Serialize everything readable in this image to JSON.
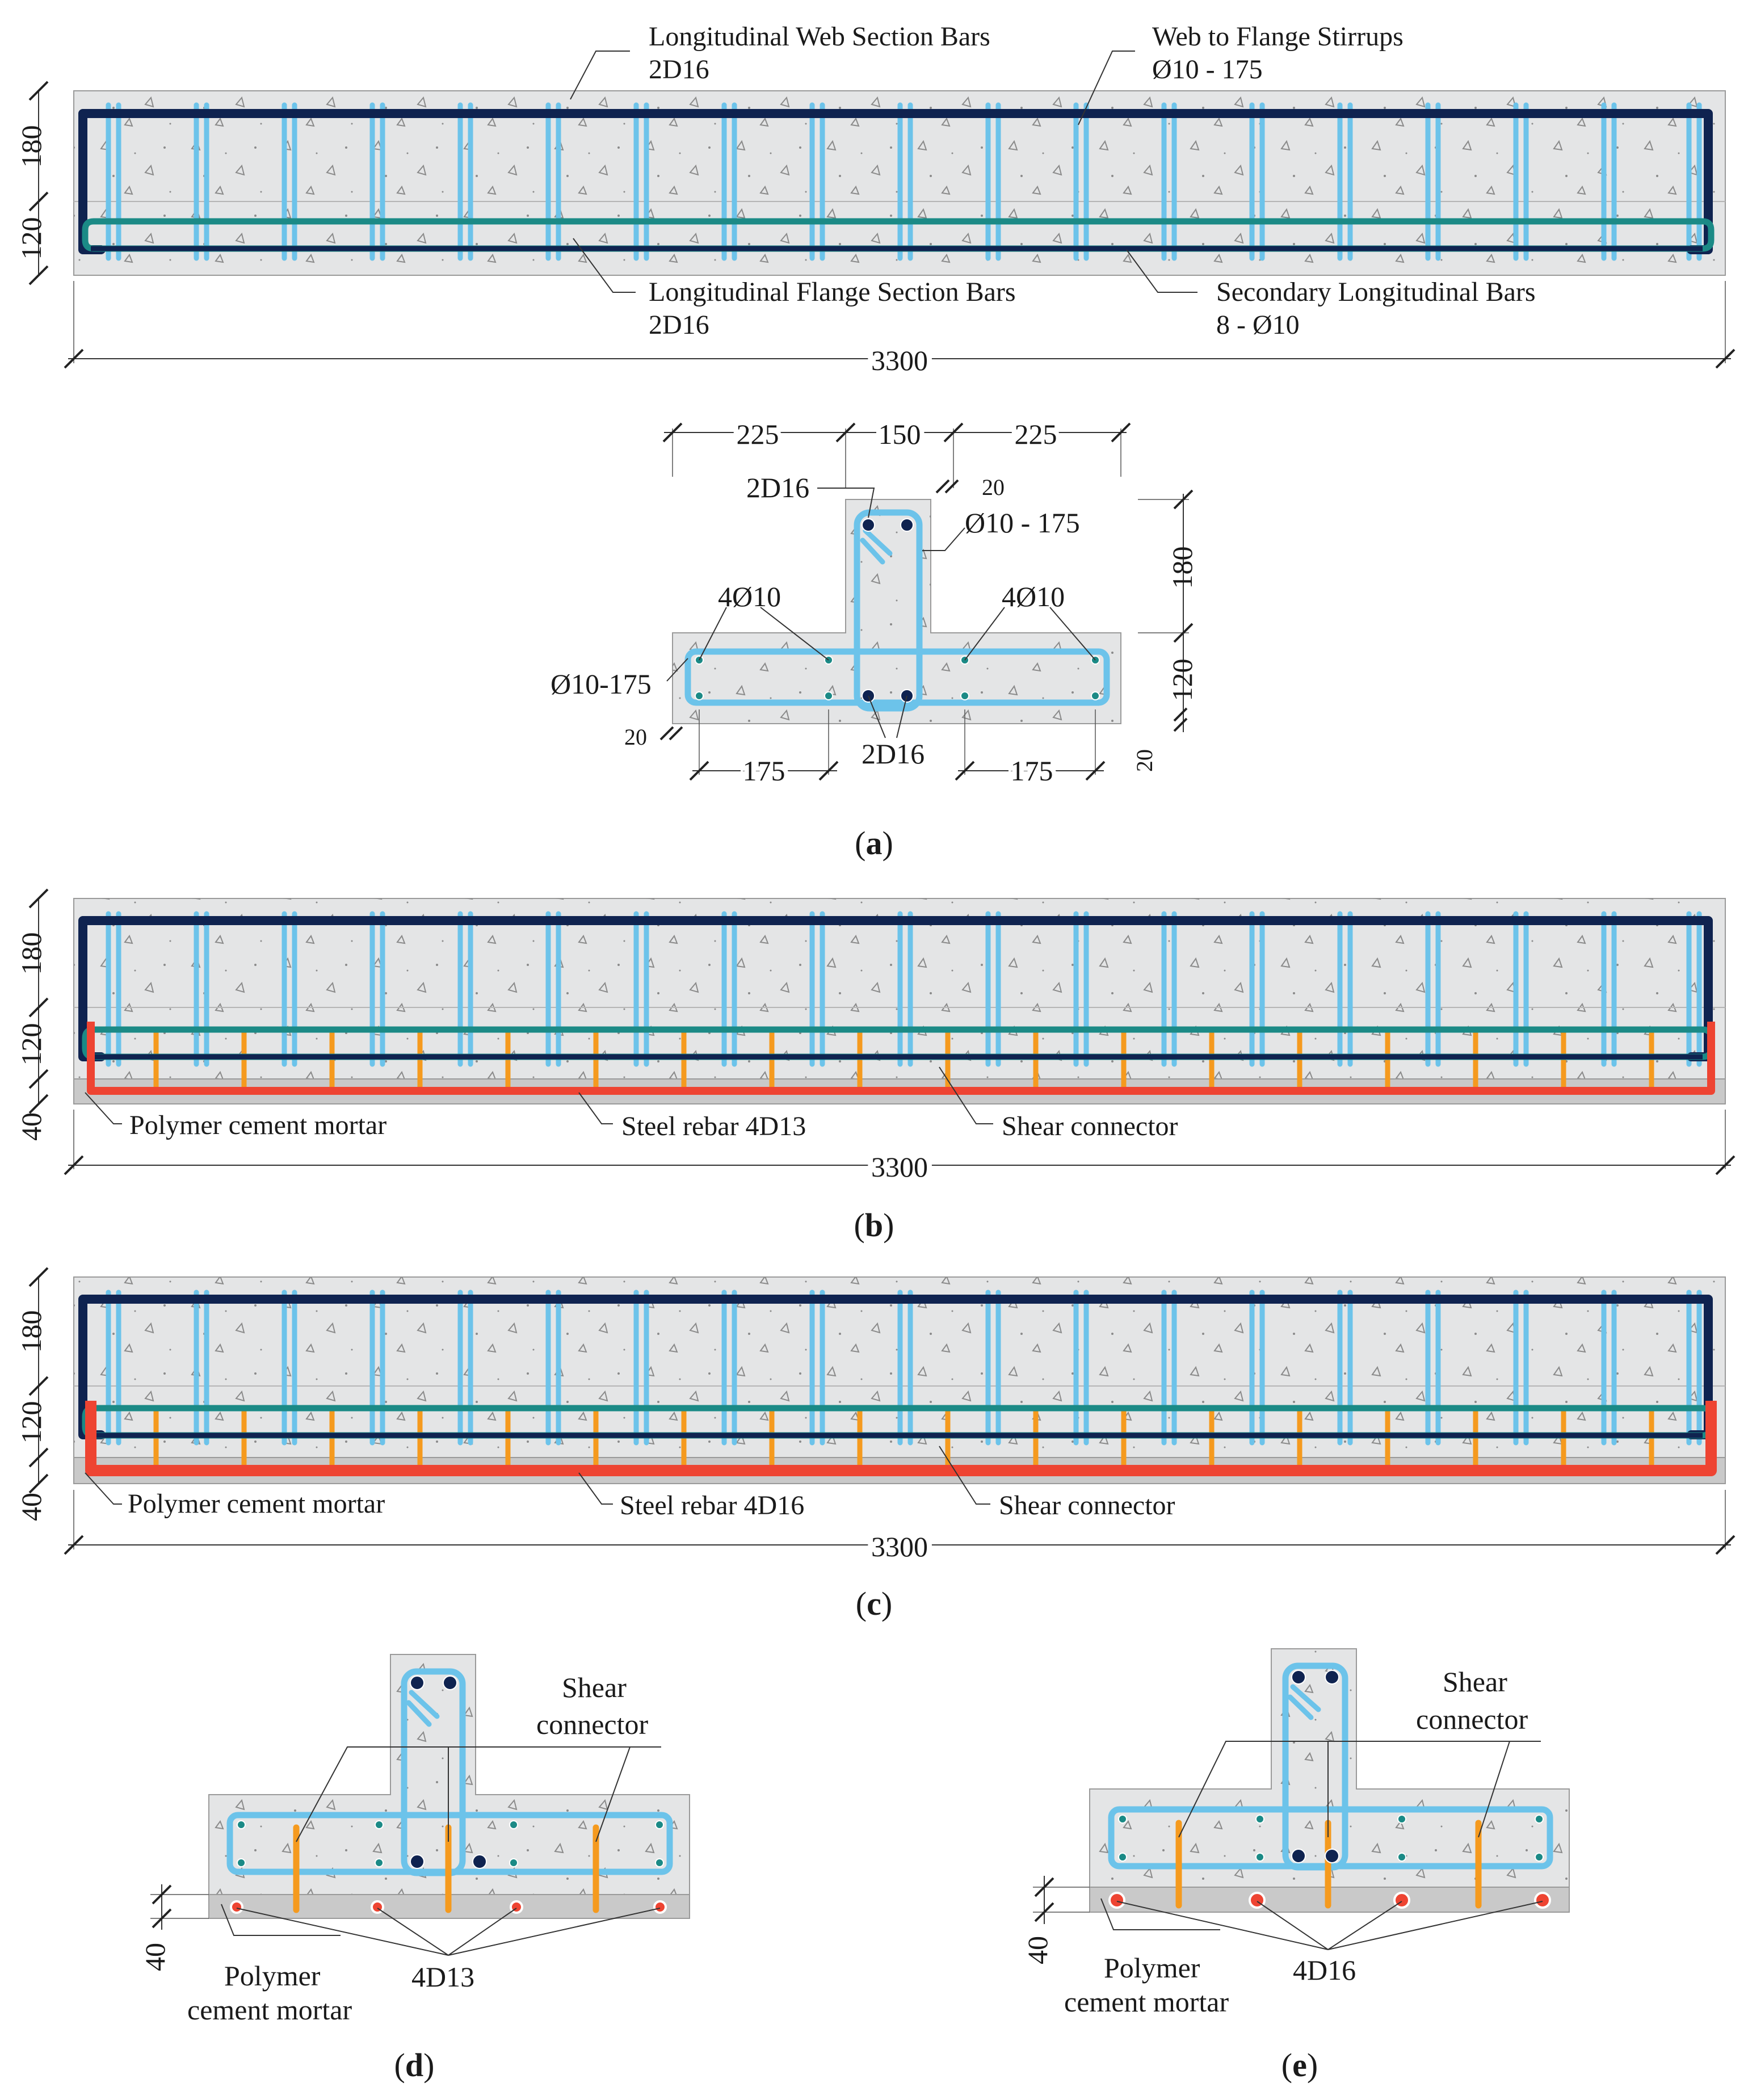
{
  "colors": {
    "concrete": "#e4e5e6",
    "concrete_edge": "#9a9a9a",
    "mortar": "#c9c9c9",
    "web_bar": "#0f2350",
    "flange_bar": "#1b8a86",
    "stirrup": "#6cc3ea",
    "stirrup_edge": "#2f6f97",
    "connector": "#f59a1e",
    "steel_rebar": "#ee4432"
  },
  "panel_a": {
    "caption": "a",
    "labels": {
      "web_bars": "Longitudinal Web Section Bars",
      "web_bars_size": "2D16",
      "stirrups": "Web to Flange Stirrups",
      "stirrups_spec": "Ø10 - 175",
      "flange_bars": "Longitudinal Flange Section Bars",
      "flange_bars_size": "2D16",
      "secondary_bars": "Secondary Longitudinal Bars",
      "secondary_bars_spec": "8 - Ø10"
    },
    "dims": {
      "web_height": "180",
      "flange_height": "120",
      "length": "3300"
    }
  },
  "section_a": {
    "top_dims": [
      "225",
      "150",
      "225"
    ],
    "cover_top": "20",
    "web_bars": "2D16",
    "stirrup": "Ø10 - 175",
    "left_bars": "4Ø10",
    "right_bars": "4Ø10",
    "flange_stirrup": "Ø10-175",
    "cover_left": "20",
    "bottom_left": "175",
    "bottom_bars": "2D16",
    "bottom_right": "175",
    "right_web": "180",
    "right_flange": "120",
    "cover_bottom": "20"
  },
  "panel_b": {
    "caption": "b",
    "labels": {
      "mortar": "Polymer cement mortar",
      "rebar": "Steel rebar 4D13",
      "connector": "Shear connector"
    },
    "dims": {
      "web_height": "180",
      "flange_height": "120",
      "mortar_height": "40",
      "length": "3300"
    }
  },
  "panel_c": {
    "caption": "c",
    "labels": {
      "mortar": "Polymer cement mortar",
      "rebar": "Steel rebar 4D16",
      "connector": "Shear connector"
    },
    "dims": {
      "web_height": "180",
      "flange_height": "120",
      "mortar_height": "40",
      "length": "3300"
    }
  },
  "panel_d": {
    "caption": "d",
    "connector_line1": "Shear",
    "connector_line2": "connector",
    "mortar_line1": "Polymer",
    "mortar_line2": "cement mortar",
    "rebar": "4D13",
    "dim": "40"
  },
  "panel_e": {
    "caption": "e",
    "connector_line1": "Shear",
    "connector_line2": "connector",
    "mortar_line1": "Polymer",
    "mortar_line2": "cement mortar",
    "rebar": "4D16",
    "dim": "40"
  }
}
